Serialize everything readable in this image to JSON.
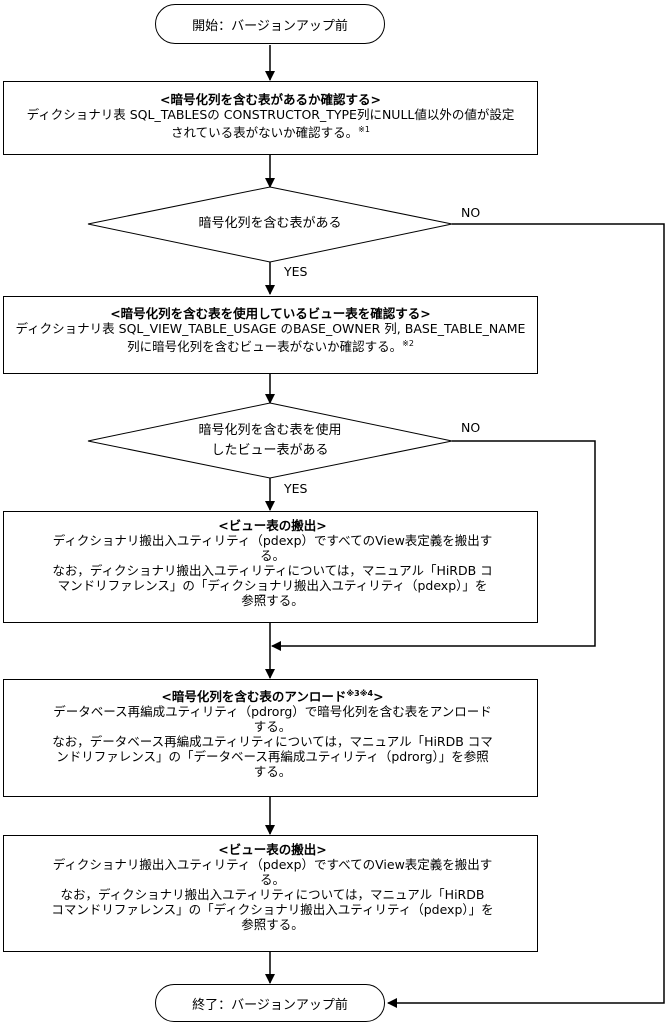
{
  "start": "開始：バージョンアップ前",
  "end": "終了：バージョンアップ前",
  "box1": {
    "title": "<暗号化列を含む表があるか確認する>",
    "body_line1": "ディクショナリ表 SQL_TABLESの CONSTRUCTOR_TYPE列にNULL値以外の値が設定",
    "body_line2": "されている表がないか確認する。",
    "note": "※1"
  },
  "decision1": {
    "text": "暗号化列を含む表がある",
    "no": "NO",
    "yes": "YES"
  },
  "box2": {
    "title": "<暗号化列を含む表を使用しているビュー表を確認する>",
    "body_line1": "ディクショナリ表 SQL_VIEW_TABLE_USAGE のBASE_OWNER 列, BASE_TABLE_NAME",
    "body_line2": "列に暗号化列を含むビュー表がないか確認する。",
    "note": "※2"
  },
  "decision2": {
    "line1": "暗号化列を含む表を使用",
    "line2": "したビュー表がある",
    "no": "NO",
    "yes": "YES"
  },
  "box3": {
    "title": "<ビュー表の搬出>",
    "line1": "ディクショナリ搬出入ユティリティ（pdexp）ですべてのView表定義を搬出す",
    "line2": "る。",
    "line3": "なお，ディクショナリ搬出入ユティリティについては，マニュアル「HiRDB コ",
    "line4": "マンドリファレンス」の「ディクショナリ搬出入ユティリティ（pdexp）」を",
    "line5": "参照する。"
  },
  "box4": {
    "title": "<暗号化列を含む表のアンロード",
    "note": "※3※4",
    "title_end": ">",
    "line1": "データベース再編成ユティリティ（pdrorg）で暗号化列を含む表をアンロード",
    "line2": "する。",
    "line3": "なお，データベース再編成ユティリティについては，マニュアル「HiRDB コマ",
    "line4": "ンドリファレンス」の「データベース再編成ユティリティ（pdrorg）」を参照",
    "line5": "する。"
  },
  "box5": {
    "title": "<ビュー表の搬出>",
    "line1": "ディクショナリ搬出入ユティリティ（pdexp）ですべてのView表定義を搬出す",
    "line2": "る。",
    "line3": "なお，ディクショナリ搬出入ユティリティについては，マニュアル「HiRDB",
    "line4": "コマンドリファレンス」の「ディクショナリ搬出入ユティリティ（pdexp）」を",
    "line5": "参照する。"
  }
}
